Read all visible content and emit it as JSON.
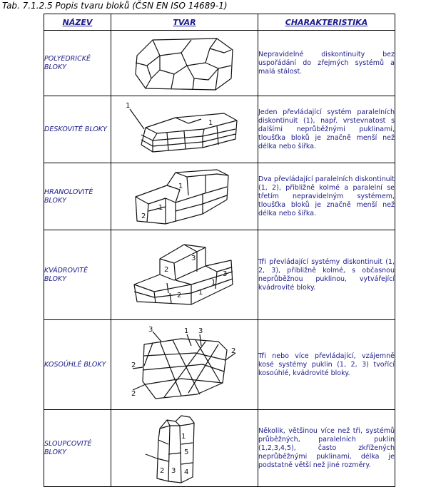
{
  "caption": "Tab. 7.1.2.5 Popis tvaru bloků (ČSN EN ISO 14689-1)",
  "headers": {
    "name": "NÁZEV",
    "shape": "TVAR",
    "char": "CHARAKTERISTIKA"
  },
  "rows": [
    {
      "name": "POLYEDRICKÉ BLOKY",
      "desc": "Nepravidelné diskontinuity bez uspořádání do zřejmých systémů a malá stálost."
    },
    {
      "name": "DESKOVITÉ BLOKY",
      "desc": "Jeden převládající systém paralelních diskontinuit (1), např. vrstevnatost s dalšími neprůběžnými puklinami, tloušťka bloků je značně menší než délka nebo šířka."
    },
    {
      "name": "HRANOLOVITÉ BLOKY",
      "desc": "Dva převládající paralelních diskontinuit (1, 2), přibližně kolmé a paralelní se třetím nepravidelným systémem, tloušťka bloků je značně menší než délka nebo šířka."
    },
    {
      "name": "KVÁDROVITÉ BLOKY",
      "desc": "Tři převládající systémy diskontinuit (1, 2, 3), přibližně kolmé, s občasnou neprůběžnou puklinou, vytvářející kvádrovité bloky."
    },
    {
      "name": "KOSOÚHLÉ BLOKY",
      "desc": "Tři nebo více převládající, vzájemně kosé systémy puklin (1, 2, 3) tvořící kosoúhlé, kvádrovité bloky."
    },
    {
      "name": "SLOUPCOVITÉ BLOKY",
      "desc": "Několik, většinou více než tři, systémů průběžných, paralelních puklin (1,2,3,4,5), často zkřížených neprůběžnými puklinami, délka je podstatně větší než jiné rozměry."
    }
  ],
  "labels": {
    "desk": [
      "1",
      "1"
    ],
    "hran": [
      "1",
      "2",
      "1"
    ],
    "kvad": [
      "2",
      "3",
      "1",
      "1",
      "3",
      "2"
    ],
    "koso": [
      "1",
      "3",
      "3",
      "2",
      "2",
      "2"
    ],
    "slou": [
      "1",
      "5",
      "3",
      "4",
      "2"
    ]
  }
}
